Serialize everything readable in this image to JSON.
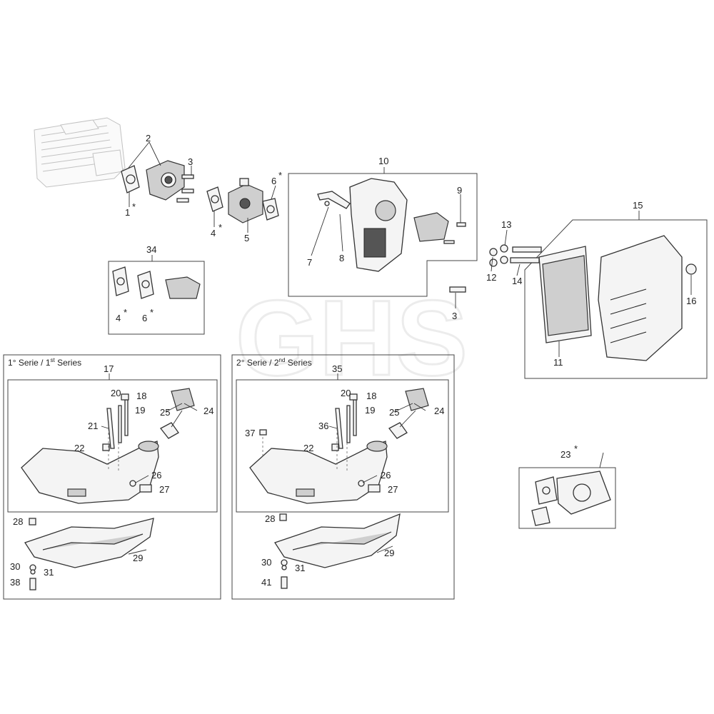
{
  "watermark": "GHS",
  "series": {
    "first": {
      "prefix": "1",
      "deg": "°",
      "mid": " Serie / 1",
      "sup": "st",
      "suffix": " Series"
    },
    "second": {
      "prefix": "2",
      "deg": "°",
      "mid": " Serie / 2",
      "sup": "nd",
      "suffix": " Series"
    }
  },
  "callouts": [
    {
      "id": "c1",
      "text": "1"
    },
    {
      "id": "c1s",
      "text": "*"
    },
    {
      "id": "c2",
      "text": "2"
    },
    {
      "id": "c3a",
      "text": "3"
    },
    {
      "id": "c4a",
      "text": "4"
    },
    {
      "id": "c4as",
      "text": "*"
    },
    {
      "id": "c5",
      "text": "5"
    },
    {
      "id": "c6a",
      "text": "6"
    },
    {
      "id": "c6as",
      "text": "*"
    },
    {
      "id": "c7",
      "text": "7"
    },
    {
      "id": "c8",
      "text": "8"
    },
    {
      "id": "c9",
      "text": "9"
    },
    {
      "id": "c10",
      "text": "10"
    },
    {
      "id": "c3b",
      "text": "3"
    },
    {
      "id": "c11",
      "text": "11"
    },
    {
      "id": "c12",
      "text": "12"
    },
    {
      "id": "c13",
      "text": "13"
    },
    {
      "id": "c14",
      "text": "14"
    },
    {
      "id": "c15",
      "text": "15"
    },
    {
      "id": "c16",
      "text": "16"
    },
    {
      "id": "c34",
      "text": "34"
    },
    {
      "id": "c4b",
      "text": "4"
    },
    {
      "id": "c4bs",
      "text": "*"
    },
    {
      "id": "c6b",
      "text": "6"
    },
    {
      "id": "c6bs",
      "text": "*"
    },
    {
      "id": "c17",
      "text": "17"
    },
    {
      "id": "c20a",
      "text": "20"
    },
    {
      "id": "c18a",
      "text": "18"
    },
    {
      "id": "c19a",
      "text": "19"
    },
    {
      "id": "c21",
      "text": "21"
    },
    {
      "id": "c22a",
      "text": "22"
    },
    {
      "id": "c25a",
      "text": "25"
    },
    {
      "id": "c24a",
      "text": "24"
    },
    {
      "id": "c26a",
      "text": "26"
    },
    {
      "id": "c27a",
      "text": "27"
    },
    {
      "id": "c28a",
      "text": "28"
    },
    {
      "id": "c29a",
      "text": "29"
    },
    {
      "id": "c30a",
      "text": "30"
    },
    {
      "id": "c31a",
      "text": "31"
    },
    {
      "id": "c38",
      "text": "38"
    },
    {
      "id": "c35",
      "text": "35"
    },
    {
      "id": "c20b",
      "text": "20"
    },
    {
      "id": "c18b",
      "text": "18"
    },
    {
      "id": "c19b",
      "text": "19"
    },
    {
      "id": "c36",
      "text": "36"
    },
    {
      "id": "c37",
      "text": "37"
    },
    {
      "id": "c22b",
      "text": "22"
    },
    {
      "id": "c25b",
      "text": "25"
    },
    {
      "id": "c24b",
      "text": "24"
    },
    {
      "id": "c26b",
      "text": "26"
    },
    {
      "id": "c27b",
      "text": "27"
    },
    {
      "id": "c28b",
      "text": "28"
    },
    {
      "id": "c29b",
      "text": "29"
    },
    {
      "id": "c30b",
      "text": "30"
    },
    {
      "id": "c31b",
      "text": "31"
    },
    {
      "id": "c41",
      "text": "41"
    },
    {
      "id": "c23",
      "text": "23"
    },
    {
      "id": "c23s",
      "text": "*"
    }
  ]
}
